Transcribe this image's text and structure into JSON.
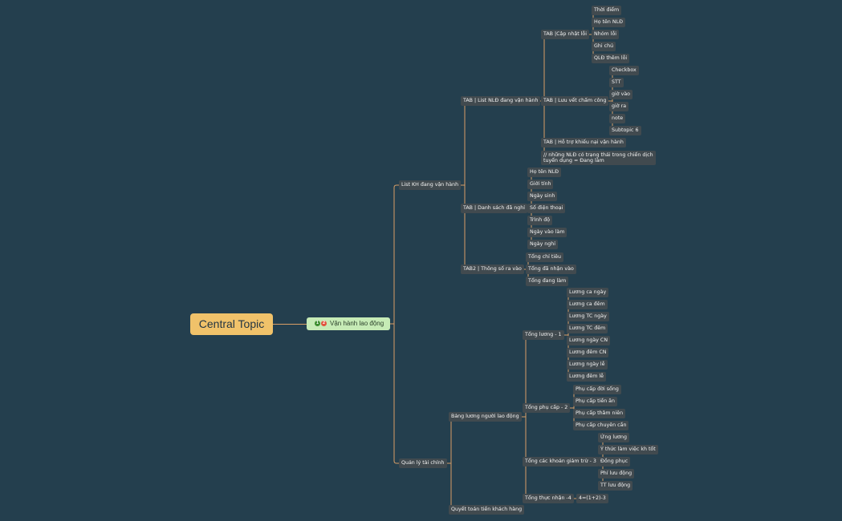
{
  "colors": {
    "background": "#243f4e",
    "connector": "#d99e66",
    "central": "#f0c26a",
    "main_topic": "#c6ebb6",
    "node": "#414a4f"
  },
  "central": "Central Topic",
  "main_topic": {
    "label": "Vận hành lao động",
    "icons": [
      "priority-1-icon",
      "priority-2-icon"
    ],
    "icon_text": [
      "1",
      "2"
    ]
  },
  "branches": [
    {
      "label": "List KH đang vận hành",
      "children": [
        {
          "label": "TAB | List NLĐ đang vận hành",
          "children": [
            {
              "label": "TAB |Cập nhật lỗi",
              "children": [
                "Thời điểm",
                "Họ tên NLĐ",
                "Nhóm lỗi",
                "Ghi chú",
                "QLĐ thêm lỗi"
              ]
            },
            {
              "label": "TAB | Lưu vết chấm công",
              "children": [
                "Checkbox",
                "STT",
                "giờ vào",
                "giờ ra",
                "note",
                "Subtopic 6"
              ]
            },
            {
              "label": "TAB | Hỗ trợ khiếu nại vận hành",
              "children": []
            },
            {
              "label": "// những NLĐ có trạng thái trong chiến dịch\ntuyển dụng = Đang làm",
              "children": []
            }
          ]
        },
        {
          "label": "TAB | Danh sách đã nghỉ",
          "children": [
            "Họ tên NLĐ",
            "Giới tính",
            "Ngày sinh",
            "Số điện thoại",
            "Trình độ",
            "Ngày vào làm",
            "Ngày nghỉ"
          ]
        },
        {
          "label": "TAB2 | Thông số ra vào",
          "children": [
            "Tổng chỉ tiêu",
            "Tổng đã nhận vào",
            "Tổng đang làm"
          ]
        }
      ]
    },
    {
      "label": "Quản lý tài chính",
      "children": [
        {
          "label": "Bảng lương người lao động",
          "children": [
            {
              "label": "Tổng lương - 1",
              "children": [
                "Lương ca ngày",
                "Lương ca đêm",
                "Lương TC ngày",
                "Lương TC đêm",
                "Lương ngày CN",
                "Lương đêm CN",
                "Lương ngày lễ",
                "Lương đêm lễ"
              ]
            },
            {
              "label": "Tổng phụ cấp - 2",
              "children": [
                "Phụ cấp đời sống",
                "Phụ cấp tiền ăn",
                "Phụ cấp thâm niên",
                "Phụ cấp chuyên cần"
              ]
            },
            {
              "label": "Tổng các khoản giảm trừ - 3",
              "children": [
                "Ứng lương",
                "Ý thức làm việc kh tốt",
                "Đồng phục",
                "Phí lưu động",
                "TT lưu động"
              ]
            },
            {
              "label": "Tổng thực nhận -4",
              "children": [
                "4=(1+2)-3"
              ]
            }
          ]
        },
        {
          "label": "Quyết toán tiền khách hàng",
          "children": []
        }
      ]
    }
  ]
}
